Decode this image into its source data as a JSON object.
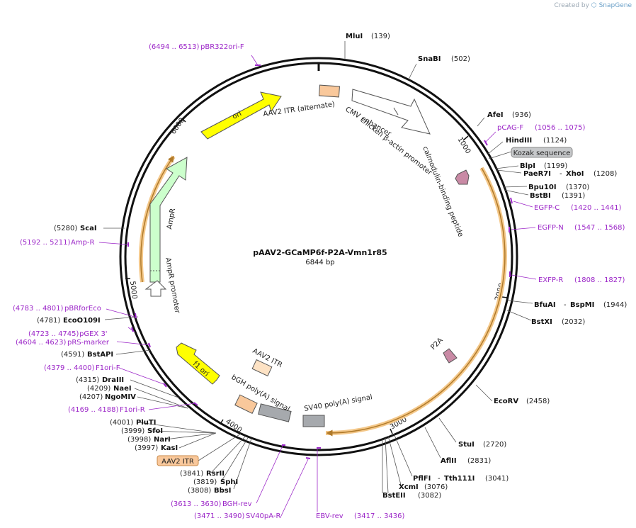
{
  "credit": {
    "prefix": "Created by",
    "brand": "SnapGene"
  },
  "plasmid": {
    "name": "pAAV2-GCaMP6f-P2A-Vmn1r85",
    "size": "6844 bp"
  },
  "ticks": [
    "1000",
    "2000",
    "3000",
    "4000",
    "5000",
    "6000"
  ],
  "sites": [
    {
      "name": "MluI",
      "pos": "(139)"
    },
    {
      "name": "SnaBI",
      "pos": "(502)"
    },
    {
      "name": "AfeI",
      "pos": "(936)"
    },
    {
      "name": "HindIII",
      "pos": "(1124)"
    },
    {
      "name": "BlpI",
      "pos": "(1199)"
    },
    {
      "name": "PaeR7I",
      "name2": "XhoI",
      "pos": "(1208)"
    },
    {
      "name": "Bpu10I",
      "pos": "(1370)"
    },
    {
      "name": "BstBI",
      "pos": "(1391)"
    },
    {
      "name": "BfuAI",
      "name2": "BspMI",
      "pos": "(1944)"
    },
    {
      "name": "BstXI",
      "pos": "(2032)"
    },
    {
      "name": "EcoRV",
      "pos": "(2458)"
    },
    {
      "name": "StuI",
      "pos": "(2720)"
    },
    {
      "name": "AflII",
      "pos": "(2831)"
    },
    {
      "name": "PflFI",
      "name2": "Tth111I",
      "pos": "(3041)"
    },
    {
      "name": "XcmI",
      "pos": "(3076)"
    },
    {
      "name": "BstEII",
      "pos": "(3082)"
    },
    {
      "name": "BbsI",
      "pos": "(3808)"
    },
    {
      "name": "SphI",
      "pos": "(3819)"
    },
    {
      "name": "RsrII",
      "pos": "(3841)"
    },
    {
      "name": "KasI",
      "pos": "(3997)"
    },
    {
      "name": "NarI",
      "pos": "(3998)"
    },
    {
      "name": "SfoI",
      "pos": "(3999)"
    },
    {
      "name": "PluTI",
      "pos": "(4001)"
    },
    {
      "name": "NgoMIV",
      "pos": "(4207)"
    },
    {
      "name": "NaeI",
      "pos": "(4209)"
    },
    {
      "name": "DraIII",
      "pos": "(4315)"
    },
    {
      "name": "BstAPI",
      "pos": "(4591)"
    },
    {
      "name": "EcoO109I",
      "pos": "(4781)"
    },
    {
      "name": "ScaI",
      "pos": "(5280)"
    }
  ],
  "primers": [
    {
      "name": "pBR322ori-F",
      "pos": "(6494 .. 6513)"
    },
    {
      "name": "pCAG-F",
      "pos": "(1056 .. 1075)"
    },
    {
      "name": "EGFP-C",
      "pos": "(1420 .. 1441)"
    },
    {
      "name": "EGFP-N",
      "pos": "(1547 .. 1568)"
    },
    {
      "name": "EXFP-R",
      "pos": "(1808 .. 1827)"
    },
    {
      "name": "EBV-rev",
      "pos": "(3417 .. 3436)"
    },
    {
      "name": "SV40pA-R",
      "pos": "(3471 .. 3490)"
    },
    {
      "name": "BGH-rev",
      "pos": "(3613 .. 3630)"
    },
    {
      "name": "F1ori-R",
      "pos": "(4169 .. 4188)"
    },
    {
      "name": "F1ori-F",
      "pos": "(4379 .. 4400)"
    },
    {
      "name": "pRS-marker",
      "pos": "(4604 .. 4623)"
    },
    {
      "name": "pGEX 3'",
      "pos": "(4723 .. 4745)"
    },
    {
      "name": "pBRforEco",
      "pos": "(4783 .. 4801)"
    },
    {
      "name": "Amp-R",
      "pos": "(5192 .. 5211)"
    }
  ],
  "features": {
    "kozak": "Kozak sequence",
    "aav2_itr_bottom": "AAV2 ITR",
    "aav2_itr_alt": "AAV2 ITR (alternate)",
    "cmv": "CMV enhancer",
    "cba": "chicken β-actin promoter",
    "cbp": "calmodulin-binding peptide",
    "p2a": "P2A",
    "sv40": "SV40 poly(A) signal",
    "bgh": "bGH poly(A) signal",
    "aav2_itr_inner": "AAV2 ITR",
    "f1": "f1 ori",
    "ampr_promoter": "AmpR promoter",
    "ampr": "AmpR",
    "ori": "ori"
  },
  "colors": {
    "site": "#222222",
    "primer": "#9c27c8",
    "ori": "#ffff00",
    "ampr": "#ccffcc",
    "itr": "#f9c89b",
    "polyA": "#a6a9ad",
    "orf_highlight": "#f4c88a",
    "small_feature": "#c98aa5"
  }
}
